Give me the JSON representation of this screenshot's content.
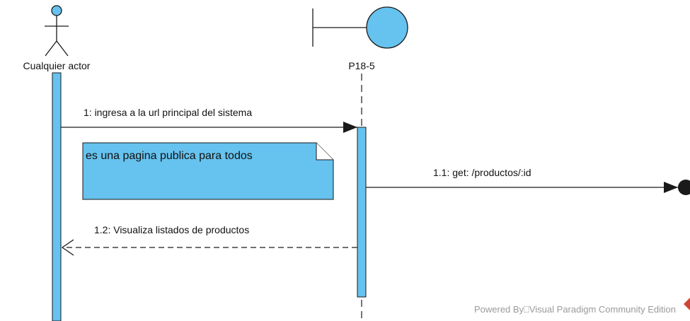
{
  "diagram": {
    "actor": {
      "name": "Cualquier actor"
    },
    "boundary": {
      "name": "P18-5"
    },
    "messages": [
      {
        "label": "1: ingresa a la url principal del sistema"
      },
      {
        "label": "1.1: get: /productos/:id"
      },
      {
        "label": "1.2: Visualiza listados de productos"
      }
    ],
    "note": {
      "text": "es una pagina publica para todos"
    },
    "watermark": "Powered By⎕Visual Paradigm Community Edition",
    "colors": {
      "fill": "#66c2ee",
      "stroke": "#1a1a1a",
      "watermark_icon": "#d04437"
    }
  }
}
